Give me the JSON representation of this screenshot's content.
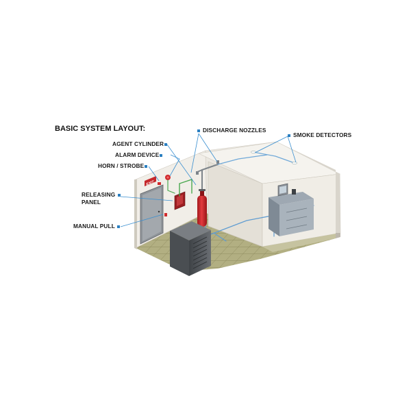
{
  "title": "BASIC SYSTEM LAYOUT:",
  "labels": {
    "agent_cylinder": "AGENT CYLINDER",
    "alarm_device": "ALARM DEVICE",
    "horn_strobe": "HORN / STROBE",
    "releasing_panel_line1": "RELEASING",
    "releasing_panel_line2": "PANEL",
    "manual_pull": "MANUAL PULL",
    "discharge_nozzles": "DISCHARGE NOZZLES",
    "smoke_detectors": "SMOKE DETECTORS"
  },
  "exit_sign": "EXIT",
  "colors": {
    "marker": "#2a7fc1",
    "leader": "#3a8fd0",
    "pipe": "#6fa8d8",
    "cylinder": "#d8262a",
    "floor_tile": "#b0ad7f",
    "floor_grout": "#8d8a5e",
    "wall": "#f0ede7",
    "wall_side": "#d6d2c9",
    "cabinet": "#55595e"
  }
}
